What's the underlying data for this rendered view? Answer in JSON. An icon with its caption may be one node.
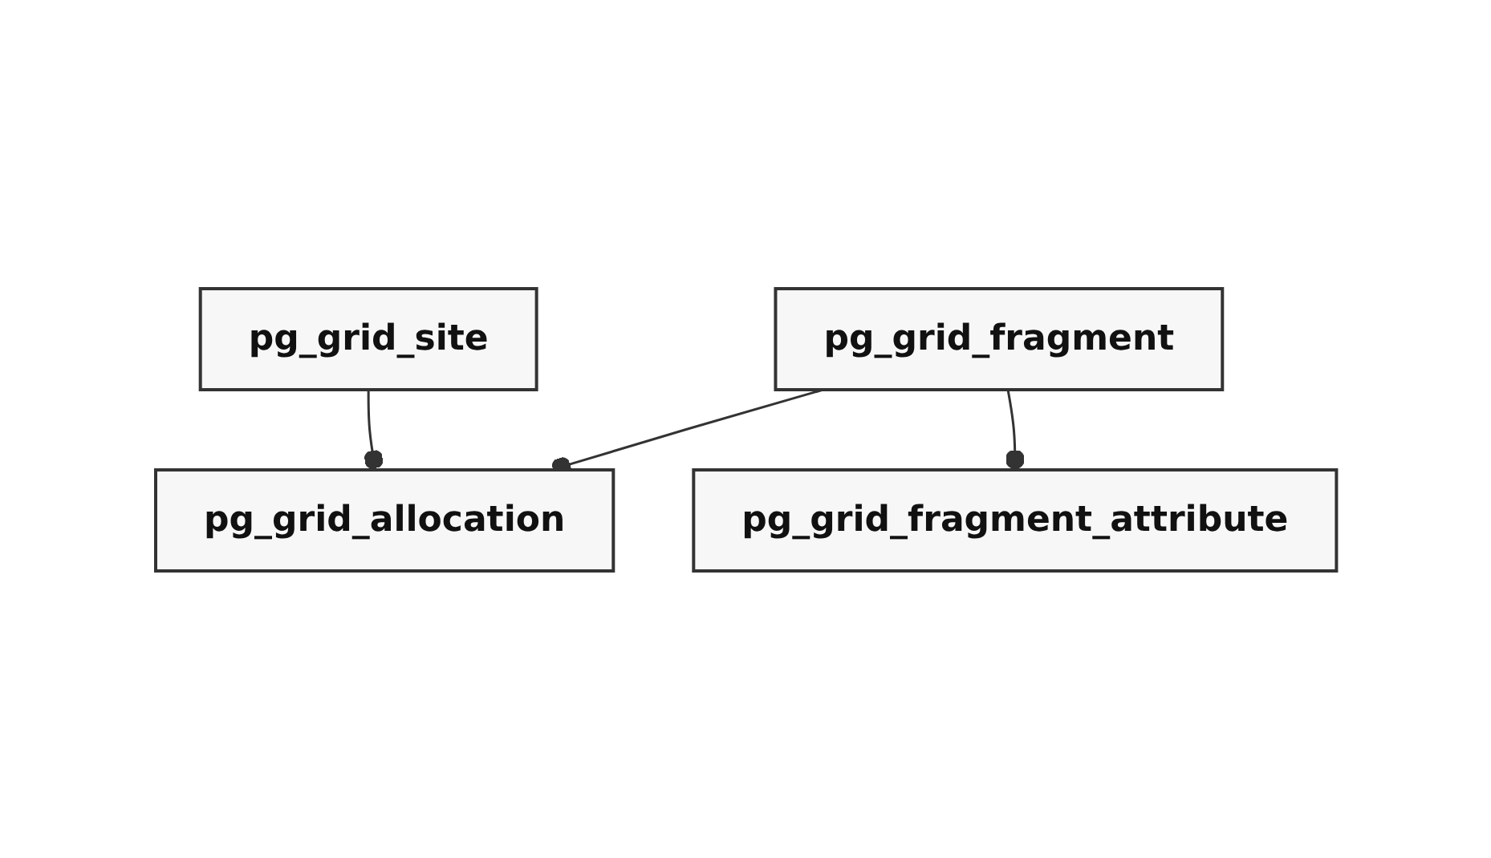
{
  "diagram": {
    "nodes": [
      {
        "text": [
          "pg_grid_allocation"
        ]
      },
      {
        "text": [
          "pg_grid_fragment"
        ]
      },
      {
        "text": [
          "pg_grid_site"
        ]
      },
      {
        "text": [
          "pg_grid_fragment_attribute"
        ]
      }
    ],
    "edges": [
      {
        "from": 1,
        "to": 0,
        "arrow": "other"
      },
      {
        "from": 2,
        "to": 0,
        "arrow": "other"
      },
      {
        "from": 1,
        "to": 3,
        "arrow": "other"
      }
    ]
  }
}
